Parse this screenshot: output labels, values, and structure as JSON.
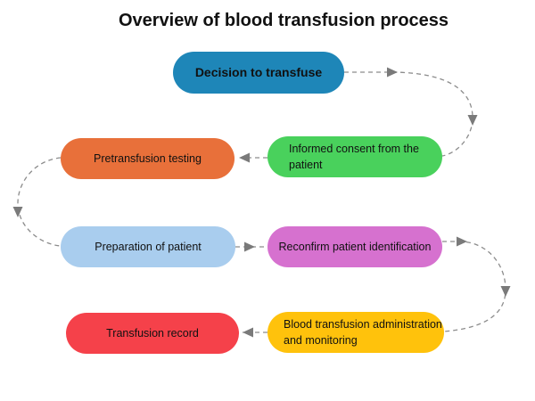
{
  "title": "Overview of blood transfusion process",
  "nodes": [
    {
      "label": "Decision to transfuse",
      "color": "#1e86b8"
    },
    {
      "label": "Informed consent from the patient",
      "color": "#49d15c"
    },
    {
      "label": "Pretransfusion testing",
      "color": "#e8703a"
    },
    {
      "label": "Preparation of patient",
      "color": "#a9cdee"
    },
    {
      "label": "Reconfirm patient identification",
      "color": "#d671cf"
    },
    {
      "label": "Blood transfusion administration and monitoring",
      "color": "#ffc20c"
    },
    {
      "label": "Transfusion record",
      "color": "#f5414a"
    }
  ],
  "connector_color": "#7f7f7f"
}
